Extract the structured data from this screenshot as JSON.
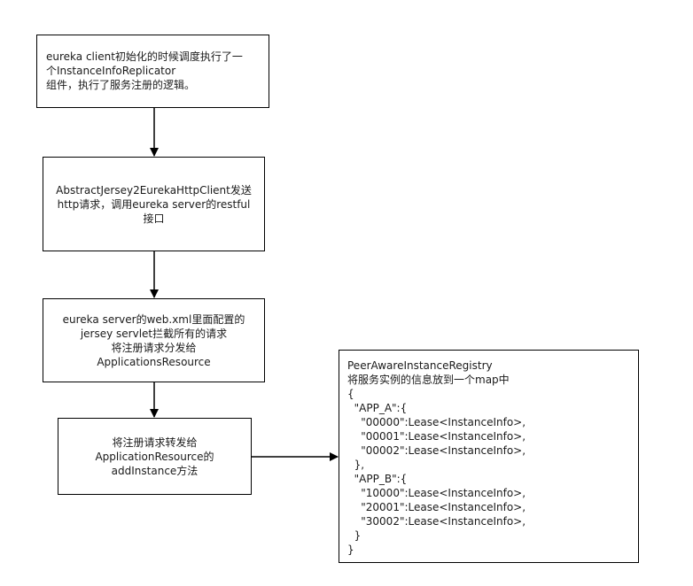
{
  "diagram": {
    "box1": {
      "lines": [
        "eureka client初始化的时候调度执行了一",
        "个InstanceInfoReplicator",
        "组件，执行了服务注册的逻辑。"
      ]
    },
    "box2": {
      "lines": [
        "AbstractJersey2EurekaHttpClient发送",
        "http请求，调用eureka server的restful",
        "接口"
      ]
    },
    "box3": {
      "lines": [
        "eureka server的web.xml里面配置的",
        "jersey servlet拦截所有的请求",
        "将注册请求分发给",
        "ApplicationsResource"
      ]
    },
    "box4": {
      "lines": [
        "将注册请求转发给",
        "ApplicationResource的",
        "addInstance方法"
      ]
    },
    "box5": {
      "lines": [
        "PeerAwareInstanceRegistry",
        "将服务实例的信息放到一个map中",
        "{",
        "  \"APP_A\":{",
        "    \"00000\":Lease<InstanceInfo>,",
        "    \"00001\":Lease<InstanceInfo>,",
        "    \"00002\":Lease<InstanceInfo>,",
        "  },",
        "  \"APP_B\":{",
        "    \"10000\":Lease<InstanceInfo>,",
        "    \"20001\":Lease<InstanceInfo>,",
        "    \"30002\":Lease<InstanceInfo>,",
        "  }",
        "}"
      ]
    }
  }
}
